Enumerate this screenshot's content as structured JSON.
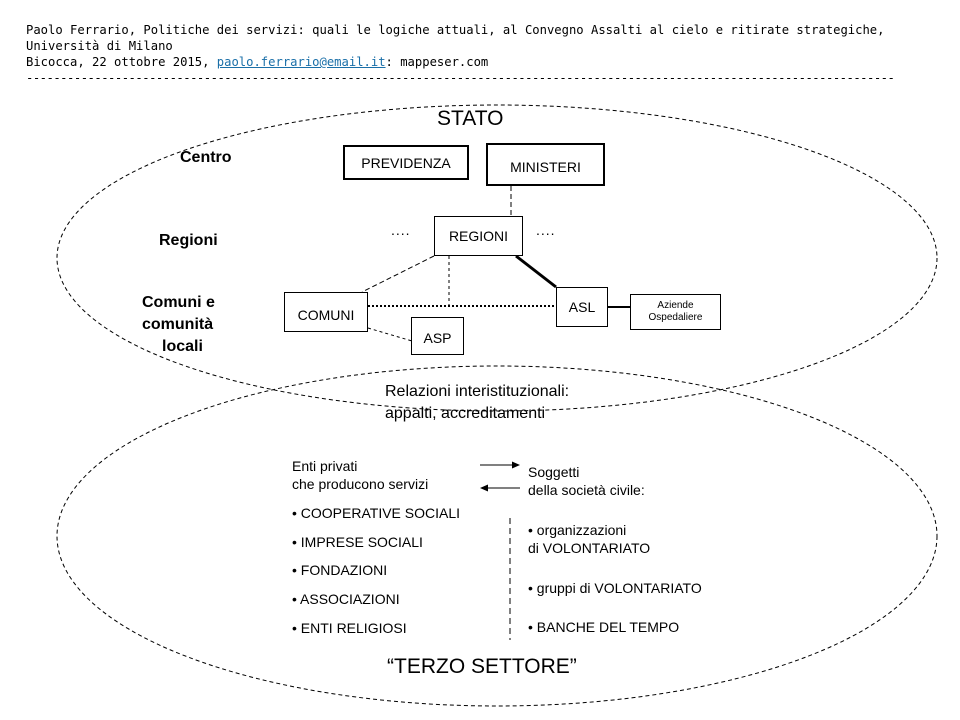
{
  "header": {
    "line1": "Paolo Ferrario, Politiche dei servizi: quali le logiche attuali, al Convegno Assalti al cielo e ritirate strategiche, Università di Milano",
    "line2_prefix": "Bicocca, 22 ottobre 2015, ",
    "email": "paolo.ferrario@email.it",
    "line2_suffix": ": mappeser.com",
    "rule": "-------------------------------------------------------------------------------------------------------------------------------"
  },
  "stato": {
    "title": "STATO",
    "levels": {
      "centro": "Centro",
      "regioni": "Regioni",
      "comuni": [
        "Comuni e",
        "comunità",
        "locali"
      ]
    },
    "boxes": {
      "previdenza": "PREVIDENZA",
      "ministeri": "MINISTERI",
      "regioni": "REGIONI",
      "comuni": "COMUNI",
      "asp": "ASP",
      "asl": "ASL",
      "aziende": [
        "Aziende",
        "Ospedaliere"
      ]
    },
    "ellipsis_left": "....",
    "ellipsis_right": "...."
  },
  "relazioni": [
    "Relazioni interistituzionali:",
    "appalti, accreditamenti"
  ],
  "terzo_settore": {
    "title": "“TERZO SETTORE”",
    "enti_privati": {
      "heading": [
        "Enti privati",
        "che producono servizi"
      ],
      "items": [
        "• COOPERATIVE SOCIALI",
        "• IMPRESE SOCIALI",
        "• FONDAZIONI",
        "• ASSOCIAZIONI",
        "• ENTI RELIGIOSI"
      ]
    },
    "societa_civile": {
      "heading": [
        "Soggetti",
        "della società civile:"
      ],
      "items": [
        [
          "• organizzazioni",
          "di VOLONTARIATO"
        ],
        [
          "• gruppi di VOLONTARIATO"
        ],
        [
          "• BANCHE DEL TEMPO"
        ]
      ]
    }
  }
}
